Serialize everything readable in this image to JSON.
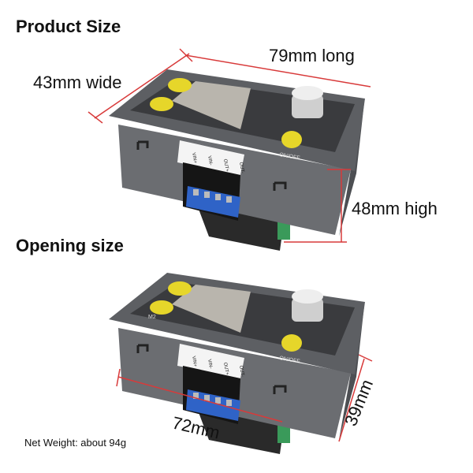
{
  "headings": {
    "product_size": "Product Size",
    "opening_size": "Opening size"
  },
  "dimensions": {
    "length": "79mm long",
    "width": "43mm wide",
    "height": "48mm high",
    "opening_width": "72mm",
    "opening_height": "39mm"
  },
  "weight": "Net Weight: about 94g",
  "device": {
    "terminals": [
      "VIN+",
      "VIN-",
      "OUT+",
      "OUT-"
    ],
    "power_button": "ON/OFF",
    "mode_label": "M2"
  },
  "colors": {
    "dimension_line": "#d83a3a",
    "bezel": "#5d5f63",
    "button": "#e6d62a",
    "terminal_block": "#2f63c7"
  }
}
